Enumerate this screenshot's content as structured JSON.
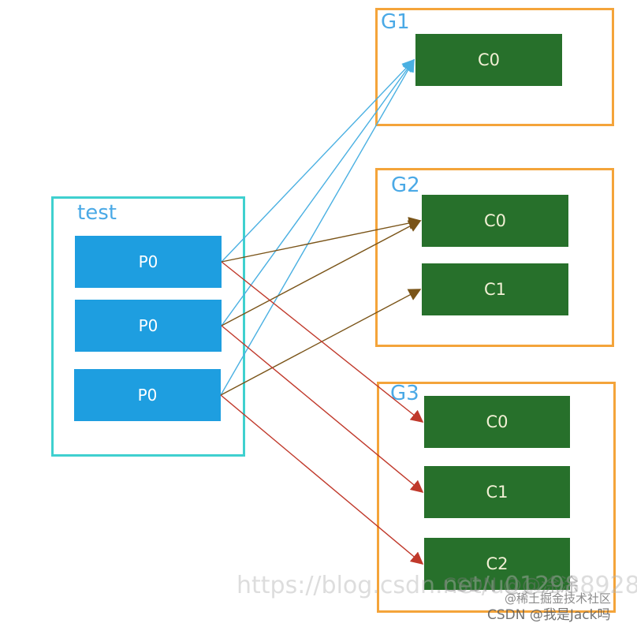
{
  "topic": {
    "name": "test",
    "partitions": [
      {
        "label": "P0"
      },
      {
        "label": "P0"
      },
      {
        "label": "P0"
      }
    ]
  },
  "groups": [
    {
      "name": "G1",
      "consumers": [
        {
          "label": "C0"
        }
      ]
    },
    {
      "name": "G2",
      "consumers": [
        {
          "label": "C0"
        },
        {
          "label": "C1"
        }
      ]
    },
    {
      "name": "G3",
      "consumers": [
        {
          "label": "C0"
        },
        {
          "label": "C1"
        },
        {
          "label": "C2"
        }
      ]
    }
  ],
  "assignments": [
    {
      "group": 0,
      "color": "#4ab0e2",
      "links": [
        [
          0,
          0
        ],
        [
          1,
          0
        ],
        [
          2,
          0
        ]
      ]
    },
    {
      "group": 1,
      "color": "#7a5418",
      "links": [
        [
          0,
          0
        ],
        [
          1,
          0
        ],
        [
          2,
          1
        ]
      ]
    },
    {
      "group": 2,
      "color": "#c0392b",
      "links": [
        [
          0,
          0
        ],
        [
          1,
          1
        ],
        [
          2,
          2
        ]
      ]
    }
  ],
  "colors": {
    "topic_border": "#3fd0cf",
    "group_border": "#f4a43a",
    "partition_fill": "#1e9ee0",
    "consumer_fill": "#27702b",
    "label_text": "#4aa9e6"
  },
  "watermarks": {
    "url": "https://blog.csdn.net/u012988928",
    "csdn_overlay": "CSDN @@涂涂",
    "community": "@稀土掘金技术社区",
    "author": "CSDN @我是Jack吗"
  }
}
